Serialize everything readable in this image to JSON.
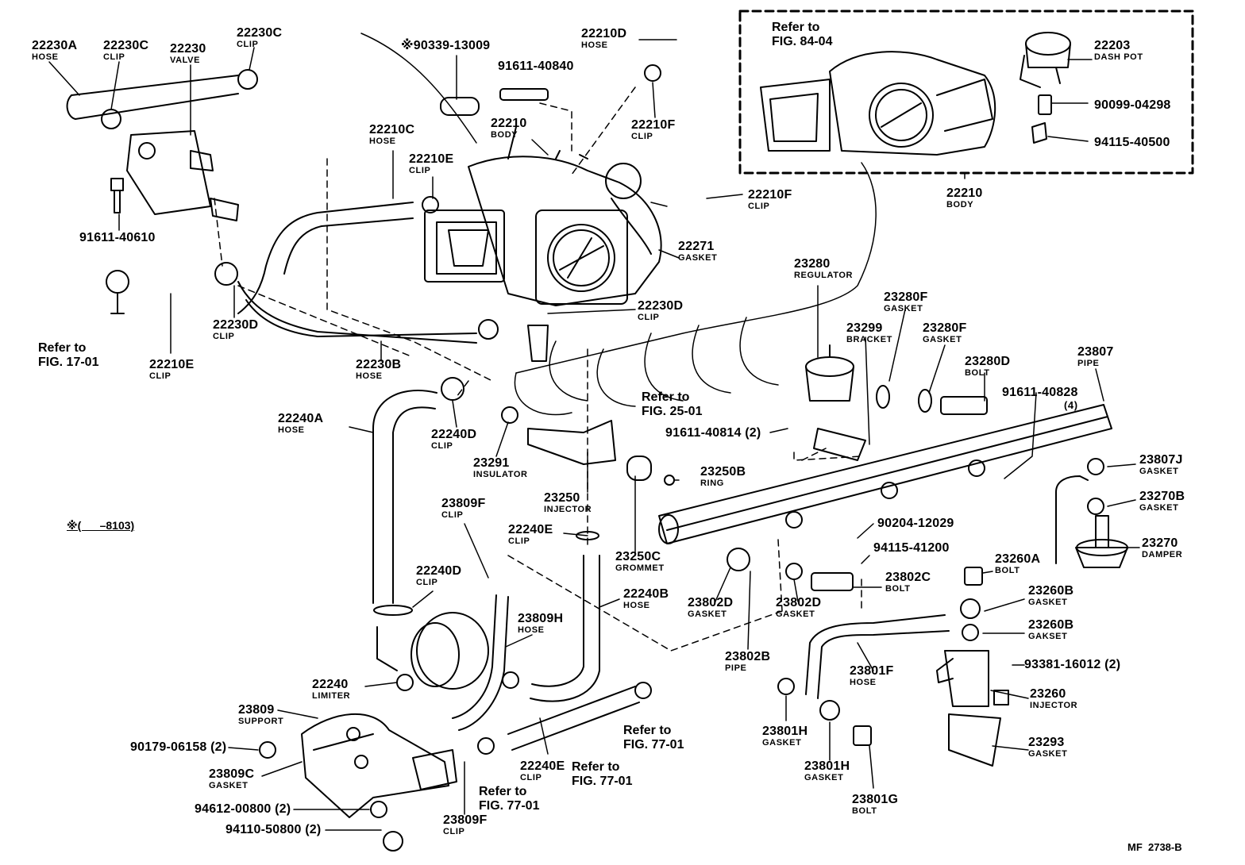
{
  "footer_code": "MF  2738-B",
  "note_range": "※(      –8103)",
  "inset_ref": "Refer to\nFIG. 84-04",
  "parts": {
    "p22230A": {
      "pn": "22230A",
      "name": "HOSE"
    },
    "p22230C_a": {
      "pn": "22230C",
      "name": "CLIP"
    },
    "p22230": {
      "pn": "22230",
      "name": "VALVE"
    },
    "p22230C_b": {
      "pn": "22230C",
      "name": "CLIP"
    },
    "p90339": {
      "pn": "※90339-13009",
      "name": ""
    },
    "p22210D": {
      "pn": "22210D",
      "name": "HOSE"
    },
    "p91611_40840": {
      "pn": "91611-40840",
      "name": ""
    },
    "p22210_body": {
      "pn": "22210",
      "name": "BODY"
    },
    "p22210F_a": {
      "pn": "22210F",
      "name": "CLIP"
    },
    "p22210C": {
      "pn": "22210C",
      "name": "HOSE"
    },
    "p22210E_a": {
      "pn": "22210E",
      "name": "CLIP"
    },
    "p91611_40610": {
      "pn": "91611-40610",
      "name": ""
    },
    "p22210F_b": {
      "pn": "22210F",
      "name": "CLIP"
    },
    "p22271": {
      "pn": "22271",
      "name": "GASKET"
    },
    "p22230D_a": {
      "pn": "22230D",
      "name": "CLIP"
    },
    "p22210E_b": {
      "pn": "22210E",
      "name": "CLIP"
    },
    "p22230D_b": {
      "pn": "22230D",
      "name": "CLIP"
    },
    "p22230B": {
      "pn": "22230B",
      "name": "HOSE"
    },
    "p22203": {
      "pn": "22203",
      "name": "DASH POT"
    },
    "p90099": {
      "pn": "90099-04298",
      "name": ""
    },
    "p94115_40500": {
      "pn": "94115-40500",
      "name": ""
    },
    "p22210_inset": {
      "pn": "22210",
      "name": "BODY"
    },
    "p23280": {
      "pn": "23280",
      "name": "REGULATOR"
    },
    "p23280F_a": {
      "pn": "23280F",
      "name": "GASKET"
    },
    "p23299": {
      "pn": "23299",
      "name": "BRACKET"
    },
    "p23280F_b": {
      "pn": "23280F",
      "name": "GASKET"
    },
    "p23280D": {
      "pn": "23280D",
      "name": "BOLT"
    },
    "p23807": {
      "pn": "23807",
      "name": "PIPE"
    },
    "p91611_40828": {
      "pn": "91611-40828",
      "name": "(4)"
    },
    "p91611_40814": {
      "pn": "91611-40814 (2)",
      "name": ""
    },
    "p22240A": {
      "pn": "22240A",
      "name": "HOSE"
    },
    "p22240D_a": {
      "pn": "22240D",
      "name": "CLIP"
    },
    "p23291": {
      "pn": "23291",
      "name": "INSULATOR"
    },
    "p23250": {
      "pn": "23250",
      "name": "INJECTOR"
    },
    "p23250B": {
      "pn": "23250B",
      "name": "RING"
    },
    "p23807J": {
      "pn": "23807J",
      "name": "GASKET"
    },
    "p23270B": {
      "pn": "23270B",
      "name": "GASKET"
    },
    "p23270": {
      "pn": "23270",
      "name": "DAMPER"
    },
    "p23809F_a": {
      "pn": "23809F",
      "name": "CLIP"
    },
    "p22240E_a": {
      "pn": "22240E",
      "name": "CLIP"
    },
    "p23250C": {
      "pn": "23250C",
      "name": "GROMMET"
    },
    "p90204": {
      "pn": "90204-12029",
      "name": ""
    },
    "p94115_41200": {
      "pn": "94115-41200",
      "name": ""
    },
    "p23260A": {
      "pn": "23260A",
      "name": "BOLT"
    },
    "p22240D_b": {
      "pn": "22240D",
      "name": "CLIP"
    },
    "p22240B": {
      "pn": "22240B",
      "name": "HOSE"
    },
    "p23809H": {
      "pn": "23809H",
      "name": "HOSE"
    },
    "p23802D_a": {
      "pn": "23802D",
      "name": "GASKET"
    },
    "p23802C": {
      "pn": "23802C",
      "name": "BOLT"
    },
    "p23802D_b": {
      "pn": "23802D",
      "name": "GASKET"
    },
    "p23260B_a": {
      "pn": "23260B",
      "name": "GASKET"
    },
    "p23260B_b": {
      "pn": "23260B",
      "name": "GAKSET"
    },
    "p23802B": {
      "pn": "23802B",
      "name": "PIPE"
    },
    "p23801F": {
      "pn": "23801F",
      "name": "HOSE"
    },
    "p93381": {
      "pn": "93381-16012 (2)",
      "name": ""
    },
    "p22240": {
      "pn": "22240",
      "name": "LIMITER"
    },
    "p23260": {
      "pn": "23260",
      "name": "INJECTOR"
    },
    "p23809": {
      "pn": "23809",
      "name": "SUPPORT"
    },
    "p90179": {
      "pn": "90179-06158 (2)",
      "name": ""
    },
    "p23809C": {
      "pn": "23809C",
      "name": "GASKET"
    },
    "p23801H_a": {
      "pn": "23801H",
      "name": "GASKET"
    },
    "p23293": {
      "pn": "23293",
      "name": "GASKET"
    },
    "p22240E_b": {
      "pn": "22240E",
      "name": "CLIP"
    },
    "p94612": {
      "pn": "94612-00800 (2)",
      "name": ""
    },
    "p23801H_b": {
      "pn": "23801H",
      "name": "GASKET"
    },
    "p23801G": {
      "pn": "23801G",
      "name": "BOLT"
    },
    "p94110": {
      "pn": "94110-50800 (2)",
      "name": ""
    },
    "p23809F_b": {
      "pn": "23809F",
      "name": "CLIP"
    }
  },
  "refs": {
    "fig17": "Refer to\nFIG. 17-01",
    "fig25": "Refer to\nFIG. 25-01",
    "fig77_a": "Refer to\nFIG. 77-01",
    "fig77_b": "Refer to\nFIG. 77-01",
    "fig77_c": "Refer to\nFIG. 77-01"
  }
}
